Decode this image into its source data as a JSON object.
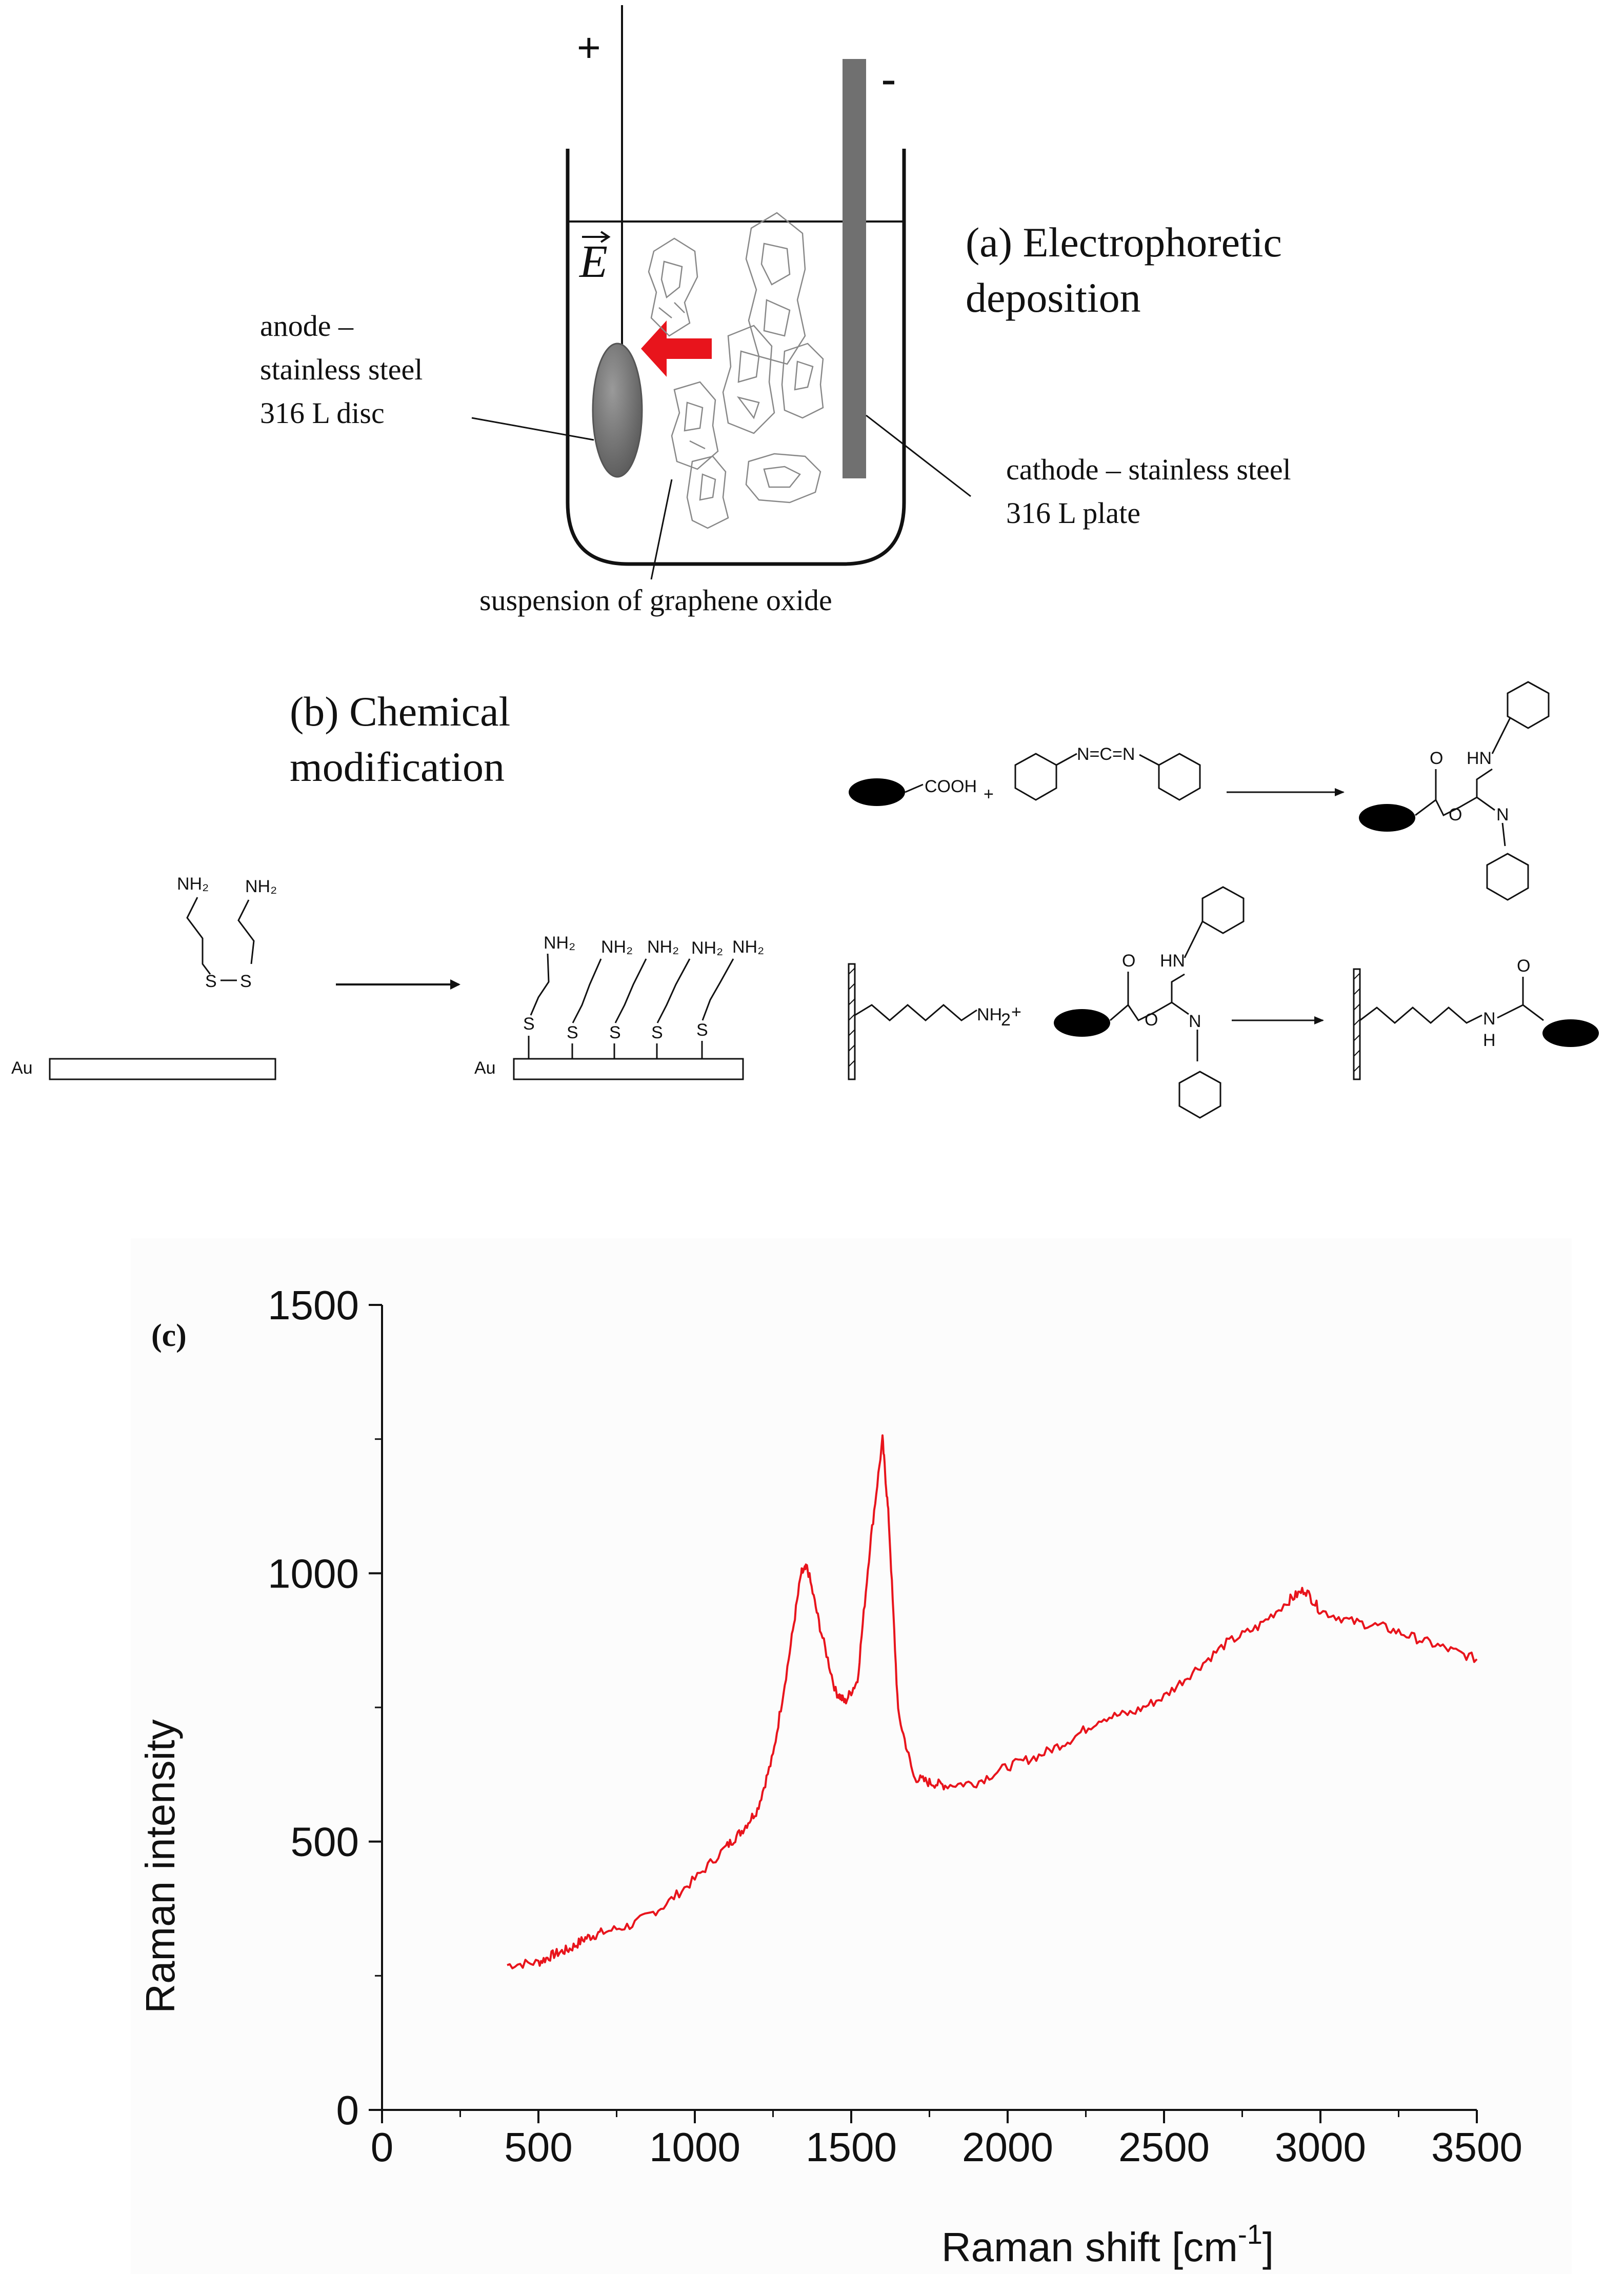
{
  "panel_a": {
    "plus": "+",
    "minus": "-",
    "field_symbol": "E",
    "title_line1": "(a) Electrophoretic",
    "title_line2": "deposition",
    "anode_line1": "anode –",
    "anode_line2": "stainless steel",
    "anode_line3": "316 L disc",
    "cathode_line1": "cathode – stainless steel",
    "cathode_line2": "316 L plate",
    "suspension": "suspension of graphene oxide"
  },
  "panel_b": {
    "title_line1": "(b) Chemical",
    "title_line2": "modification",
    "au": "Au",
    "nh2": "NH₂",
    "nh2_plain": "NH",
    "sub2": "2",
    "s": "S",
    "cooh": "COOH",
    "plus": "+",
    "o": "O",
    "n": "N",
    "hn": "HN",
    "h": "H",
    "carbodiimide": "N=C=N"
  },
  "chart_data": {
    "type": "line",
    "panel_label": "(c)",
    "xlabel": "Raman shift [cm",
    "xlabel_sup": "-1",
    "xlabel_end": "]",
    "ylabel": "Raman intensity",
    "xlim": [
      0,
      3500
    ],
    "ylim": [
      0,
      1500
    ],
    "x_ticks": [
      0,
      500,
      1000,
      1500,
      2000,
      2500,
      3000,
      3500
    ],
    "y_ticks": [
      0,
      500,
      1000,
      1500
    ],
    "line_color": "#e8141c",
    "series": [
      {
        "x": [
          400,
          500,
          550,
          600,
          650,
          700,
          800,
          900,
          1000,
          1100,
          1150,
          1200,
          1250,
          1300,
          1340,
          1360,
          1400,
          1450,
          1480,
          1520,
          1560,
          1600,
          1620,
          1650,
          1700,
          1750,
          1800,
          1900,
          2000,
          2100,
          2200,
          2300,
          2400,
          2500,
          2600,
          2700,
          2800,
          2900,
          2950,
          3000,
          3100,
          3200,
          3300,
          3400,
          3500
        ],
        "y": [
          270,
          275,
          290,
          300,
          320,
          330,
          345,
          380,
          430,
          490,
          520,
          560,
          660,
          840,
          1000,
          1010,
          900,
          780,
          760,
          800,
          1050,
          1250,
          1100,
          740,
          620,
          610,
          605,
          610,
          640,
          660,
          690,
          730,
          740,
          770,
          820,
          870,
          900,
          950,
          970,
          930,
          910,
          900,
          880,
          860,
          840
        ]
      }
    ]
  }
}
